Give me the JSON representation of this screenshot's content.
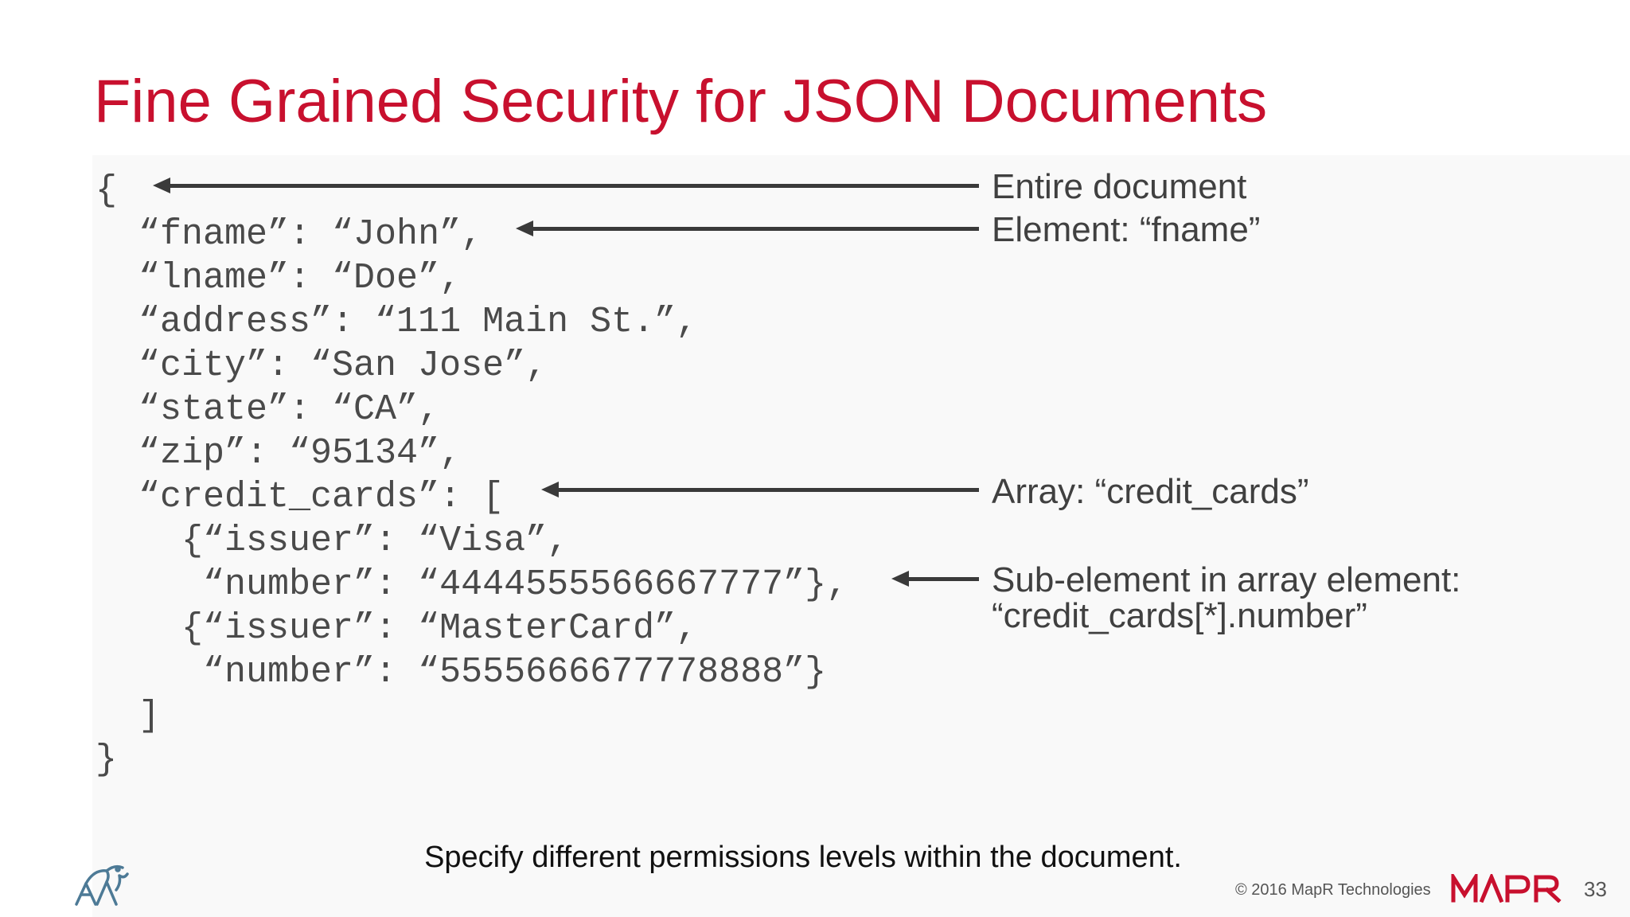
{
  "slide": {
    "title": "Fine Grained Security for JSON Documents",
    "code_lines": [
      "{",
      "  “fname”: “John”,",
      "  “lname”: “Doe”,",
      "  “address”: “111 Main St.”,",
      "  “city”: “San Jose”,",
      "  “state”: “CA”,",
      "  “zip”: “95134”,",
      "  “credit_cards”: [",
      "    {“issuer”: “Visa”,",
      "     “number”: “4444555566667777”},",
      "    {“issuer”: “MasterCard”,",
      "     “number”: “5555666677778888”}",
      "  ]",
      "}"
    ],
    "annotations": {
      "entire_document": "Entire document",
      "element": "Element: “fname”",
      "array": "Array: “credit_cards”",
      "sub_element_line1": "Sub-element in array element:",
      "sub_element_line2": "“credit_cards[*].number”"
    },
    "caption": "Specify different permissions levels within the document."
  },
  "footer": {
    "copyright": "© 2016 MapR Technologies",
    "logo_text": "MAPR",
    "page_number": "33"
  },
  "colors": {
    "title": "#c8102e",
    "brand": "#c8102e",
    "code_text": "#4a4a4a",
    "arrows": "#3a3a3a",
    "mascot": "#4d7a96"
  }
}
